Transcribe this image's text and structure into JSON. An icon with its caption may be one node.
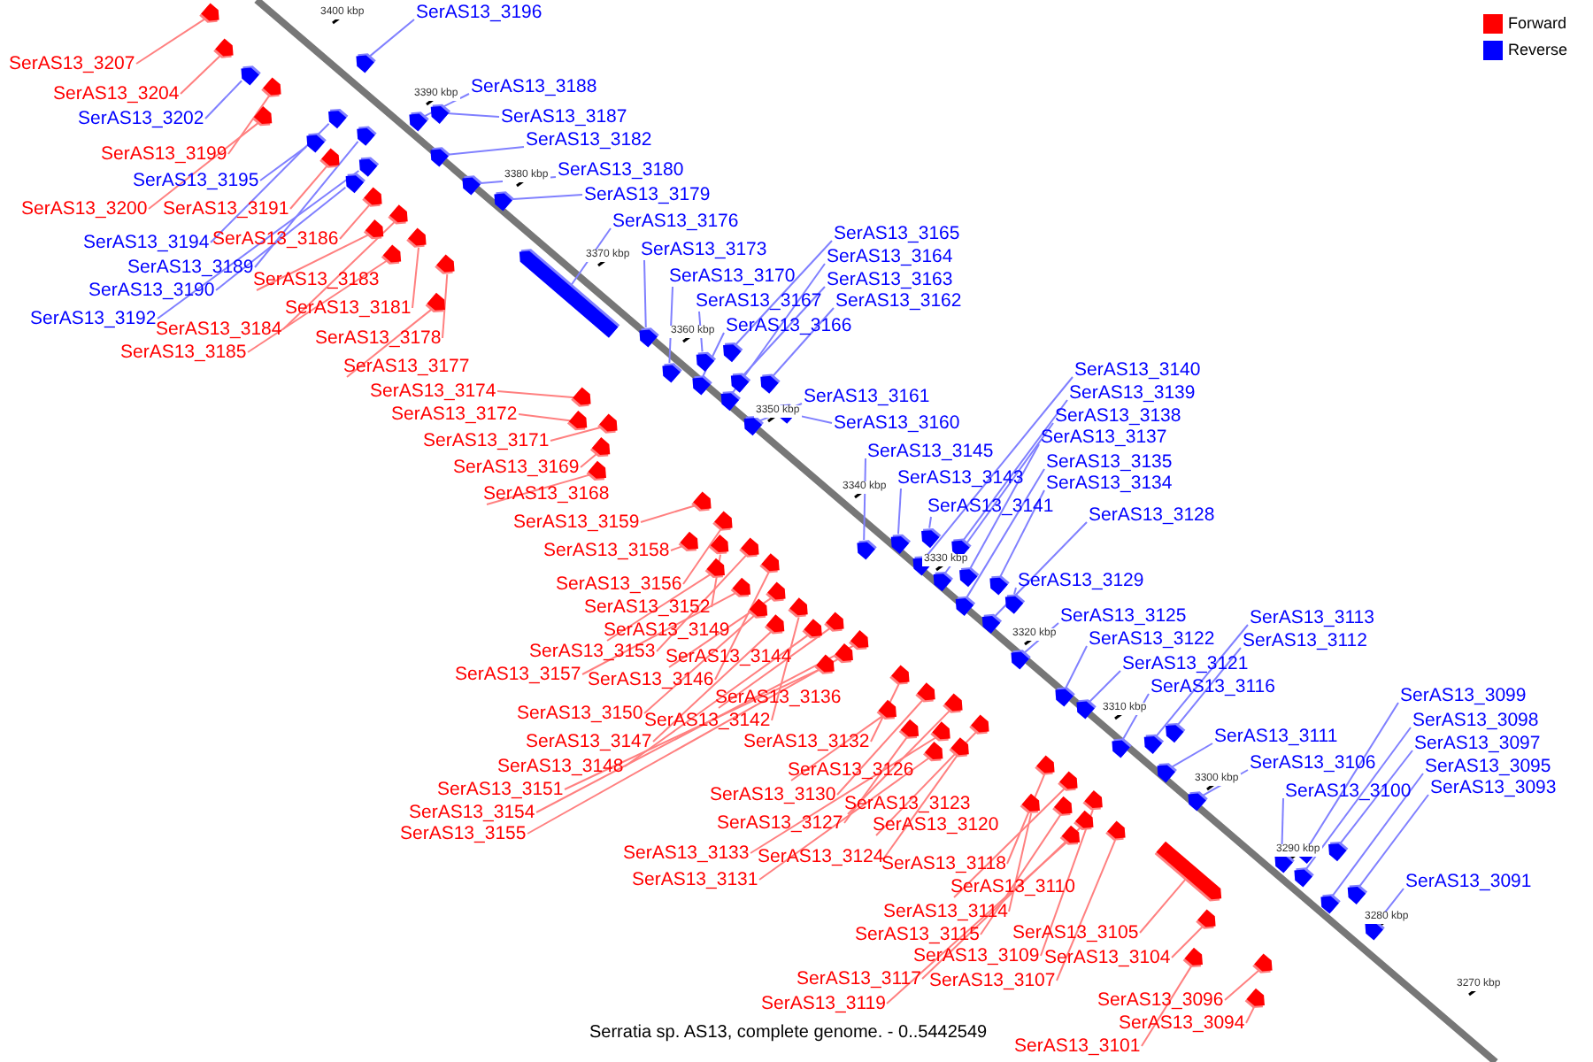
{
  "diagram": {
    "caption": "Serratia sp. AS13, complete genome. - 0..5442549",
    "nodes": [
      {
        "text": [
          "SerAS13_3196"
        ]
      },
      {
        "text": [
          "SerAS13_3188"
        ]
      },
      {
        "text": [
          "SerAS13_3187"
        ]
      },
      {
        "text": [
          "SerAS13_3182"
        ]
      },
      {
        "text": [
          "SerAS13_3180"
        ]
      },
      {
        "text": [
          "SerAS13_3179"
        ]
      },
      {
        "text": [
          "SerAS13_3176"
        ]
      },
      {
        "text": [
          "SerAS13_3173"
        ]
      },
      {
        "text": [
          "SerAS13_3170"
        ]
      },
      {
        "text": [
          "SerAS13_3167"
        ]
      },
      {
        "text": [
          "SerAS13_3166"
        ]
      },
      {
        "text": [
          "SerAS13_3165"
        ]
      },
      {
        "text": [
          "SerAS13_3164"
        ]
      },
      {
        "text": [
          "SerAS13_3163"
        ]
      },
      {
        "text": [
          "SerAS13_3162"
        ]
      },
      {
        "text": [
          "SerAS13_3161"
        ]
      },
      {
        "text": [
          "SerAS13_3160"
        ]
      },
      {
        "text": [
          "SerAS13_3145"
        ]
      },
      {
        "text": [
          "SerAS13_3143"
        ]
      },
      {
        "text": [
          "SerAS13_3141"
        ]
      },
      {
        "text": [
          "SerAS13_3140"
        ]
      },
      {
        "text": [
          "SerAS13_3139"
        ]
      },
      {
        "text": [
          "SerAS13_3138"
        ]
      },
      {
        "text": [
          "SerAS13_3137"
        ]
      },
      {
        "text": [
          "SerAS13_3135"
        ]
      },
      {
        "text": [
          "SerAS13_3134"
        ]
      },
      {
        "text": [
          "SerAS13_3128"
        ]
      },
      {
        "text": [
          "SerAS13_3129"
        ]
      },
      {
        "text": [
          "SerAS13_3125"
        ]
      },
      {
        "text": [
          "SerAS13_3122"
        ]
      },
      {
        "text": [
          "SerAS13_3121"
        ]
      },
      {
        "text": [
          "SerAS13_3116"
        ]
      },
      {
        "text": [
          "SerAS13_3113"
        ]
      },
      {
        "text": [
          "SerAS13_3112"
        ]
      },
      {
        "text": [
          "SerAS13_3111"
        ]
      },
      {
        "text": [
          "SerAS13_3106"
        ]
      },
      {
        "text": [
          "SerAS13_3100"
        ]
      },
      {
        "text": [
          "SerAS13_3099"
        ]
      },
      {
        "text": [
          "SerAS13_3098"
        ]
      },
      {
        "text": [
          "SerAS13_3097"
        ]
      },
      {
        "text": [
          "SerAS13_3095"
        ]
      },
      {
        "text": [
          "SerAS13_3093"
        ]
      },
      {
        "text": [
          "SerAS13_3091"
        ]
      },
      {
        "text": [
          "SerAS13_3207"
        ]
      },
      {
        "text": [
          "SerAS13_3204"
        ]
      },
      {
        "text": [
          "SerAS13_3202"
        ]
      },
      {
        "text": [
          "SerAS13_3199"
        ]
      },
      {
        "text": [
          "SerAS13_3195"
        ]
      },
      {
        "text": [
          "SerAS13_3200"
        ]
      },
      {
        "text": [
          "SerAS13_3191"
        ]
      },
      {
        "text": [
          "SerAS13_3194"
        ]
      },
      {
        "text": [
          "SerAS13_3186"
        ]
      },
      {
        "text": [
          "SerAS13_3189"
        ]
      },
      {
        "text": [
          "SerAS13_3190"
        ]
      },
      {
        "text": [
          "SerAS13_3183"
        ]
      },
      {
        "text": [
          "SerAS13_3192"
        ]
      },
      {
        "text": [
          "SerAS13_3181"
        ]
      },
      {
        "text": [
          "SerAS13_3184"
        ]
      },
      {
        "text": [
          "SerAS13_3178"
        ]
      },
      {
        "text": [
          "SerAS13_3185"
        ]
      },
      {
        "text": [
          "SerAS13_3177"
        ]
      },
      {
        "text": [
          "SerAS13_3174"
        ]
      },
      {
        "text": [
          "SerAS13_3172"
        ]
      },
      {
        "text": [
          "SerAS13_3171"
        ]
      },
      {
        "text": [
          "SerAS13_3169"
        ]
      },
      {
        "text": [
          "SerAS13_3168"
        ]
      },
      {
        "text": [
          "SerAS13_3159"
        ]
      },
      {
        "text": [
          "SerAS13_3158"
        ]
      },
      {
        "text": [
          "SerAS13_3156"
        ]
      },
      {
        "text": [
          "SerAS13_3152"
        ]
      },
      {
        "text": [
          "SerAS13_3149"
        ]
      },
      {
        "text": [
          "SerAS13_3153"
        ]
      },
      {
        "text": [
          "SerAS13_3144"
        ]
      },
      {
        "text": [
          "SerAS13_3157"
        ]
      },
      {
        "text": [
          "SerAS13_3146"
        ]
      },
      {
        "text": [
          "SerAS13_3136"
        ]
      },
      {
        "text": [
          "SerAS13_3150"
        ]
      },
      {
        "text": [
          "SerAS13_3142"
        ]
      },
      {
        "text": [
          "SerAS13_3147"
        ]
      },
      {
        "text": [
          "SerAS13_3132"
        ]
      },
      {
        "text": [
          "SerAS13_3148"
        ]
      },
      {
        "text": [
          "SerAS13_3126"
        ]
      },
      {
        "text": [
          "SerAS13_3151"
        ]
      },
      {
        "text": [
          "SerAS13_3130"
        ]
      },
      {
        "text": [
          "SerAS13_3123"
        ]
      },
      {
        "text": [
          "SerAS13_3154"
        ]
      },
      {
        "text": [
          "SerAS13_3127"
        ]
      },
      {
        "text": [
          "SerAS13_3120"
        ]
      },
      {
        "text": [
          "SerAS13_3155"
        ]
      },
      {
        "text": [
          "SerAS13_3118"
        ]
      },
      {
        "text": [
          "SerAS13_3133"
        ]
      },
      {
        "text": [
          "SerAS13_3124"
        ]
      },
      {
        "text": [
          "SerAS13_3131"
        ]
      },
      {
        "text": [
          "SerAS13_3110"
        ]
      },
      {
        "text": [
          "SerAS13_3114"
        ]
      },
      {
        "text": [
          "SerAS13_3115"
        ]
      },
      {
        "text": [
          "SerAS13_3105"
        ]
      },
      {
        "text": [
          "SerAS13_3109"
        ]
      },
      {
        "text": [
          "SerAS13_3104"
        ]
      },
      {
        "text": [
          "SerAS13_3117"
        ]
      },
      {
        "text": [
          "SerAS13_3107"
        ]
      },
      {
        "text": [
          "SerAS13_3119"
        ]
      },
      {
        "text": [
          "SerAS13_3096"
        ]
      },
      {
        "text": [
          "SerAS13_3094"
        ]
      },
      {
        "text": [
          "SerAS13_3101"
        ]
      },
      {
        "text": [],
        "shape": "arrow"
      },
      {
        "text": [],
        "shape": "arrow"
      },
      {
        "text": [],
        "shape": "arrow"
      },
      {
        "text": [],
        "shape": "arrow"
      },
      {
        "text": [],
        "shape": "arrow"
      },
      {
        "text": [],
        "shape": "arrow"
      },
      {
        "text": [],
        "shape": "arrow"
      },
      {
        "text": [],
        "shape": "arrow"
      },
      {
        "text": [],
        "shape": "arrow"
      },
      {
        "text": [],
        "shape": "arrow"
      },
      {
        "text": [],
        "shape": "arrow"
      },
      {
        "text": [],
        "shape": "arrow"
      },
      {
        "text": [],
        "shape": "arrow"
      },
      {
        "text": [],
        "shape": "arrow"
      },
      {
        "text": [],
        "shape": "arrow"
      },
      {
        "text": [],
        "shape": "arrow"
      },
      {
        "text": [],
        "shape": "arrow"
      },
      {
        "text": [],
        "shape": "arrow"
      },
      {
        "text": [],
        "shape": "arrow"
      },
      {
        "text": [],
        "shape": "arrow"
      },
      {
        "text": [],
        "shape": "arrow"
      },
      {
        "text": [],
        "shape": "arrow"
      },
      {
        "text": [],
        "shape": "arrow"
      },
      {
        "text": [],
        "shape": "arrow"
      },
      {
        "text": [],
        "shape": "arrow"
      },
      {
        "text": [],
        "shape": "arrow"
      },
      {
        "text": [],
        "shape": "arrow"
      },
      {
        "text": [],
        "shape": "arrow"
      },
      {
        "text": [],
        "shape": "arrow"
      },
      {
        "text": [],
        "shape": "arrow"
      },
      {
        "text": [],
        "shape": "arrow"
      },
      {
        "text": [],
        "shape": "arrow"
      },
      {
        "text": [],
        "shape": "arrow"
      },
      {
        "text": [],
        "shape": "arrow"
      },
      {
        "text": [],
        "shape": "arrow"
      },
      {
        "text": [],
        "shape": "arrow"
      },
      {
        "text": [],
        "shape": "arrow"
      },
      {
        "text": [],
        "shape": "arrow"
      },
      {
        "text": [],
        "shape": "arrow"
      },
      {
        "text": [],
        "shape": "arrow"
      },
      {
        "text": [],
        "shape": "arrow"
      },
      {
        "text": [],
        "shape": "arrow"
      },
      {
        "text": [],
        "shape": "arrow"
      },
      {
        "text": [],
        "shape": "arrow"
      },
      {
        "text": [],
        "shape": "arrow"
      },
      {
        "text": [],
        "shape": "arrow"
      },
      {
        "text": [],
        "shape": "arrow"
      },
      {
        "text": [],
        "shape": "arrow"
      },
      {
        "text": [],
        "shape": "arrow"
      },
      {
        "text": [],
        "shape": "arrow"
      },
      {
        "text": [],
        "shape": "arrow"
      },
      {
        "text": [],
        "shape": "arrow"
      },
      {
        "text": [],
        "shape": "arrow"
      },
      {
        "text": [],
        "shape": "arrow"
      },
      {
        "text": [],
        "shape": "arrow"
      },
      {
        "text": [],
        "shape": "arrow"
      },
      {
        "text": [],
        "shape": "arrow"
      },
      {
        "text": [],
        "shape": "arrow"
      },
      {
        "text": [],
        "shape": "arrow"
      },
      {
        "text": [],
        "shape": "arrow"
      },
      {
        "text": [],
        "shape": "arrow"
      },
      {
        "text": [],
        "shape": "arrow"
      },
      {
        "text": [],
        "shape": "arrow"
      },
      {
        "text": [],
        "shape": "arrow"
      },
      {
        "text": [],
        "shape": "arrow"
      },
      {
        "text": [],
        "shape": "arrow"
      },
      {
        "text": [],
        "shape": "arrow"
      },
      {
        "text": [],
        "shape": "arrow"
      },
      {
        "text": [],
        "shape": "arrow"
      },
      {
        "text": [],
        "shape": "arrow"
      },
      {
        "text": [],
        "shape": "arrow"
      },
      {
        "text": [],
        "shape": "arrow"
      },
      {
        "text": [],
        "shape": "arrow"
      },
      {
        "text": [],
        "shape": "arrow"
      },
      {
        "text": [],
        "shape": "arrow"
      },
      {
        "text": [],
        "shape": "arrow"
      },
      {
        "text": [],
        "shape": "arrow"
      },
      {
        "text": [],
        "shape": "arrow"
      },
      {
        "text": [],
        "shape": "arrow"
      },
      {
        "text": [],
        "shape": "arrow"
      },
      {
        "text": [],
        "shape": "arrow"
      },
      {
        "text": [],
        "shape": "arrow"
      },
      {
        "text": [],
        "shape": "arrow"
      },
      {
        "text": [],
        "shape": "arrow"
      },
      {
        "text": [],
        "shape": "arrow"
      },
      {
        "text": [],
        "shape": "arrow"
      },
      {
        "text": [],
        "shape": "arrow"
      },
      {
        "text": [],
        "shape": "arrow"
      },
      {
        "text": [],
        "shape": "arrow"
      },
      {
        "text": [],
        "shape": "arrow"
      },
      {
        "text": [],
        "shape": "arrow"
      },
      {
        "text": [],
        "shape": "arrow"
      },
      {
        "text": [],
        "shape": "arrow"
      },
      {
        "text": [],
        "shape": "arrow"
      },
      {
        "text": [],
        "shape": "arrow"
      },
      {
        "text": [],
        "shape": "arrow"
      },
      {
        "text": [],
        "shape": "arrow"
      },
      {
        "text": [],
        "shape": "arrow"
      },
      {
        "text": [],
        "shape": "arrow"
      },
      {
        "text": [],
        "shape": "arrow"
      },
      {
        "text": [],
        "shape": "arrow"
      },
      {
        "text": [],
        "shape": "arrow"
      },
      {
        "text": [],
        "shape": "arrow"
      },
      {
        "text": [],
        "shape": "arrow"
      },
      {
        "text": [],
        "shape": "arrow"
      }
    ],
    "edges": [
      {
        "from": 0,
        "to": 105,
        "arrow": "none",
        "color": "#8080ff"
      },
      {
        "from": 1,
        "to": 106,
        "arrow": "none",
        "color": "#8080ff"
      },
      {
        "from": 2,
        "to": 107,
        "arrow": "none",
        "color": "#8080ff"
      },
      {
        "from": 3,
        "to": 108,
        "arrow": "none",
        "color": "#8080ff"
      },
      {
        "from": 4,
        "to": 109,
        "arrow": "none",
        "color": "#8080ff"
      },
      {
        "from": 5,
        "to": 110,
        "arrow": "none",
        "color": "#8080ff"
      },
      {
        "from": 6,
        "to": 111,
        "arrow": "none",
        "color": "#8080ff"
      },
      {
        "from": 7,
        "to": 112,
        "arrow": "none",
        "color": "#8080ff"
      },
      {
        "from": 8,
        "to": 113,
        "arrow": "none",
        "color": "#8080ff"
      },
      {
        "from": 9,
        "to": 114,
        "arrow": "none",
        "color": "#8080ff"
      },
      {
        "from": 10,
        "to": 115,
        "arrow": "none",
        "color": "#8080ff"
      },
      {
        "from": 11,
        "to": 116,
        "arrow": "none",
        "color": "#8080ff"
      },
      {
        "from": 12,
        "to": 117,
        "arrow": "none",
        "color": "#8080ff"
      },
      {
        "from": 13,
        "to": 118,
        "arrow": "none",
        "color": "#8080ff"
      },
      {
        "from": 14,
        "to": 119,
        "arrow": "none",
        "color": "#8080ff"
      },
      {
        "from": 15,
        "to": 120,
        "arrow": "none",
        "color": "#8080ff"
      },
      {
        "from": 16,
        "to": 121,
        "arrow": "none",
        "color": "#8080ff"
      },
      {
        "from": 17,
        "to": 122,
        "arrow": "none",
        "color": "#8080ff"
      },
      {
        "from": 18,
        "to": 123,
        "arrow": "none",
        "color": "#8080ff"
      },
      {
        "from": 19,
        "to": 124,
        "arrow": "none",
        "color": "#8080ff"
      },
      {
        "from": 20,
        "to": 125,
        "arrow": "none",
        "color": "#8080ff"
      },
      {
        "from": 21,
        "to": 126,
        "arrow": "none",
        "color": "#8080ff"
      },
      {
        "from": 22,
        "to": 127,
        "arrow": "none",
        "color": "#8080ff"
      },
      {
        "from": 23,
        "to": 128,
        "arrow": "none",
        "color": "#8080ff"
      },
      {
        "from": 24,
        "to": 129,
        "arrow": "none",
        "color": "#8080ff"
      },
      {
        "from": 25,
        "to": 130,
        "arrow": "none",
        "color": "#8080ff"
      },
      {
        "from": 26,
        "to": 131,
        "arrow": "none",
        "color": "#8080ff"
      },
      {
        "from": 27,
        "to": 132,
        "arrow": "none",
        "color": "#8080ff"
      },
      {
        "from": 28,
        "to": 133,
        "arrow": "none",
        "color": "#8080ff"
      },
      {
        "from": 29,
        "to": 134,
        "arrow": "none",
        "color": "#8080ff"
      },
      {
        "from": 30,
        "to": 135,
        "arrow": "none",
        "color": "#8080ff"
      },
      {
        "from": 31,
        "to": 136,
        "arrow": "none",
        "color": "#8080ff"
      },
      {
        "from": 32,
        "to": 137,
        "arrow": "none",
        "color": "#8080ff"
      },
      {
        "from": 33,
        "to": 138,
        "arrow": "none",
        "color": "#8080ff"
      },
      {
        "from": 34,
        "to": 139,
        "arrow": "none",
        "color": "#8080ff"
      },
      {
        "from": 35,
        "to": 140,
        "arrow": "none",
        "color": "#8080ff"
      },
      {
        "from": 36,
        "to": 141,
        "arrow": "none",
        "color": "#8080ff"
      },
      {
        "from": 37,
        "to": 142,
        "arrow": "none",
        "color": "#8080ff"
      },
      {
        "from": 38,
        "to": 143,
        "arrow": "none",
        "color": "#8080ff"
      },
      {
        "from": 39,
        "to": 144,
        "arrow": "none",
        "color": "#8080ff"
      },
      {
        "from": 40,
        "to": 145,
        "arrow": "none",
        "color": "#8080ff"
      },
      {
        "from": 41,
        "to": 146,
        "arrow": "none",
        "color": "#8080ff"
      },
      {
        "from": 42,
        "to": 147,
        "arrow": "none",
        "color": "#8080ff"
      },
      {
        "from": 43,
        "to": 148,
        "arrow": "none"
      },
      {
        "from": 44,
        "to": 149,
        "arrow": "none"
      },
      {
        "from": 45,
        "to": 150,
        "arrow": "none",
        "color": "#8080ff"
      },
      {
        "from": 46,
        "to": 151,
        "arrow": "none"
      },
      {
        "from": 47,
        "to": 152,
        "arrow": "none",
        "color": "#8080ff"
      },
      {
        "from": 48,
        "to": 153,
        "arrow": "none"
      },
      {
        "from": 49,
        "to": 154,
        "arrow": "none"
      },
      {
        "from": 50,
        "to": 155,
        "arrow": "none",
        "color": "#8080ff"
      },
      {
        "from": 51,
        "to": 156,
        "arrow": "none"
      },
      {
        "from": 52,
        "to": 157,
        "arrow": "none",
        "color": "#8080ff"
      },
      {
        "from": 53,
        "to": 158,
        "arrow": "none",
        "color": "#8080ff"
      },
      {
        "from": 54,
        "to": 159,
        "arrow": "none"
      },
      {
        "from": 55,
        "to": 160,
        "arrow": "none",
        "color": "#8080ff"
      },
      {
        "from": 56,
        "to": 161,
        "arrow": "none"
      },
      {
        "from": 57,
        "to": 162,
        "arrow": "none"
      },
      {
        "from": 58,
        "to": 163,
        "arrow": "none"
      },
      {
        "from": 59,
        "to": 164,
        "arrow": "none"
      },
      {
        "from": 60,
        "to": 165,
        "arrow": "none"
      },
      {
        "from": 61,
        "to": 166,
        "arrow": "none"
      },
      {
        "from": 62,
        "to": 167,
        "arrow": "none"
      },
      {
        "from": 63,
        "to": 168,
        "arrow": "none"
      },
      {
        "from": 64,
        "to": 169,
        "arrow": "none"
      },
      {
        "from": 65,
        "to": 170,
        "arrow": "none"
      },
      {
        "from": 66,
        "to": 171,
        "arrow": "none"
      },
      {
        "from": 67,
        "to": 172,
        "arrow": "none"
      },
      {
        "from": 68,
        "to": 173,
        "arrow": "none"
      },
      {
        "from": 69,
        "to": 174,
        "arrow": "none"
      },
      {
        "from": 70,
        "to": 175,
        "arrow": "none"
      },
      {
        "from": 71,
        "to": 176,
        "arrow": "none"
      },
      {
        "from": 72,
        "to": 177,
        "arrow": "none"
      },
      {
        "from": 73,
        "to": 178,
        "arrow": "none"
      },
      {
        "from": 74,
        "to": 179,
        "arrow": "none"
      },
      {
        "from": 75,
        "to": 180,
        "arrow": "none"
      },
      {
        "from": 76,
        "to": 181,
        "arrow": "none"
      },
      {
        "from": 77,
        "to": 182,
        "arrow": "none"
      },
      {
        "from": 78,
        "to": 183,
        "arrow": "none"
      },
      {
        "from": 79,
        "to": 184,
        "arrow": "none"
      },
      {
        "from": 80,
        "to": 185,
        "arrow": "none"
      },
      {
        "from": 81,
        "to": 186,
        "arrow": "none"
      },
      {
        "from": 82,
        "to": 187,
        "arrow": "none"
      },
      {
        "from": 83,
        "to": 188,
        "arrow": "none"
      },
      {
        "from": 84,
        "to": 189,
        "arrow": "none"
      },
      {
        "from": 85,
        "to": 190,
        "arrow": "none"
      },
      {
        "from": 86,
        "to": 191,
        "arrow": "none"
      },
      {
        "from": 87,
        "to": 192,
        "arrow": "none"
      },
      {
        "from": 88,
        "to": 193,
        "arrow": "none"
      },
      {
        "from": 89,
        "to": 194,
        "arrow": "none"
      },
      {
        "from": 90,
        "to": 195,
        "arrow": "none"
      },
      {
        "from": 91,
        "to": 196,
        "arrow": "none"
      },
      {
        "from": 92,
        "to": 197,
        "arrow": "none"
      },
      {
        "from": 93,
        "to": 198,
        "arrow": "none"
      },
      {
        "from": 94,
        "to": 199,
        "arrow": "none"
      },
      {
        "from": 95,
        "to": 200,
        "arrow": "none"
      },
      {
        "from": 96,
        "to": 201,
        "arrow": "none"
      },
      {
        "from": 97,
        "to": 202,
        "arrow": "none"
      },
      {
        "from": 98,
        "to": 203,
        "arrow": "none"
      },
      {
        "from": 99,
        "to": 204,
        "arrow": "none"
      },
      {
        "from": 100,
        "to": 205,
        "arrow": "none"
      },
      {
        "from": 101,
        "to": 206,
        "arrow": "none"
      },
      {
        "from": 102,
        "to": 207,
        "arrow": "none"
      },
      {
        "from": 103,
        "to": 208,
        "arrow": "none"
      },
      {
        "from": 104,
        "to": 209,
        "arrow": "none"
      }
    ],
    "labels": [
      "3400 kbp",
      "3390 kbp",
      "3380 kbp",
      "3370 kbp",
      "3360 kbp",
      "3350 kbp",
      "3340 kbp",
      "3330 kbp",
      "3320 kbp",
      "3310 kbp",
      "3300 kbp",
      "3290 kbp",
      "3280 kbp",
      "3270 kbp"
    ],
    "legend": [
      {
        "text": "Forward",
        "color": "#ff0000"
      },
      {
        "text": "Reverse",
        "color": "#0000ff"
      }
    ]
  }
}
